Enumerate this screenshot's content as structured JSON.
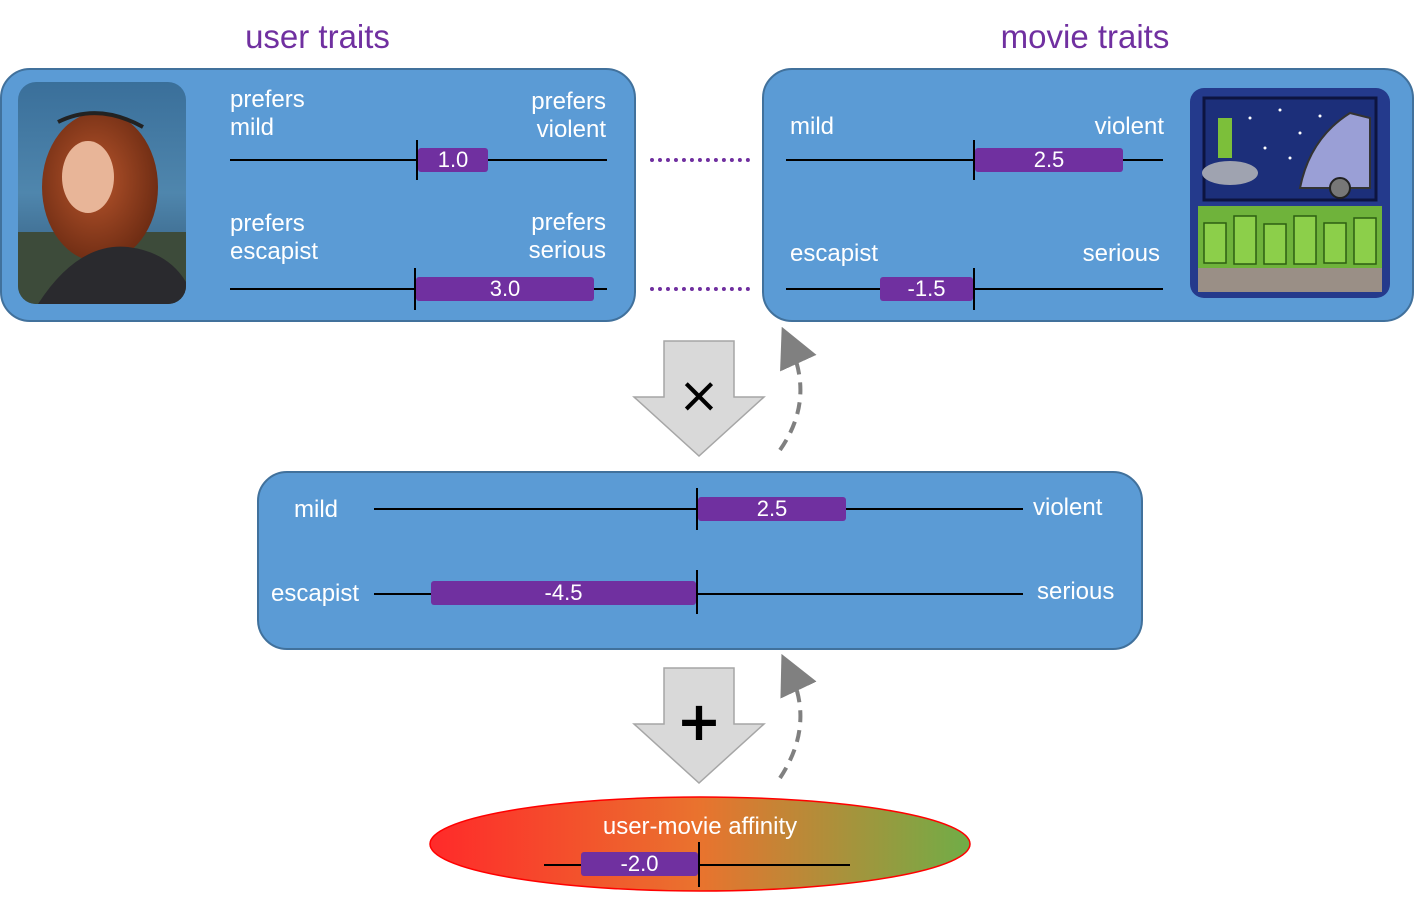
{
  "headings": {
    "user": "user traits",
    "movie": "movie traits"
  },
  "user_panel": {
    "trait1": {
      "left": "prefers\nmild",
      "right": "prefers\nviolent",
      "value": "1.0"
    },
    "trait2": {
      "left": "prefers\nescapist",
      "right": "prefers\nserious",
      "value": "3.0"
    }
  },
  "movie_panel": {
    "trait1": {
      "left": "mild",
      "right": "violent",
      "value": "2.5"
    },
    "trait2": {
      "left": "escapist",
      "right": "serious",
      "value": "-1.5"
    }
  },
  "product_panel": {
    "trait1": {
      "left": "mild",
      "right": "violent",
      "value": "2.5"
    },
    "trait2": {
      "left": "escapist",
      "right": "serious",
      "value": "-4.5"
    }
  },
  "operators": {
    "multiply": "×",
    "add": "+"
  },
  "affinity": {
    "label": "user-movie affinity",
    "value": "-2.0"
  },
  "colors": {
    "heading": "#7030a0",
    "panel": "#5b9bd5",
    "bar": "#7030a0",
    "arrow_fill": "#d9d9d9",
    "affinity_left": "#ff2a2a",
    "affinity_right": "#70ad47"
  },
  "icons": [
    "user-photo",
    "movie-poster",
    "multiply-arrow",
    "add-arrow",
    "feedback-arrow"
  ]
}
